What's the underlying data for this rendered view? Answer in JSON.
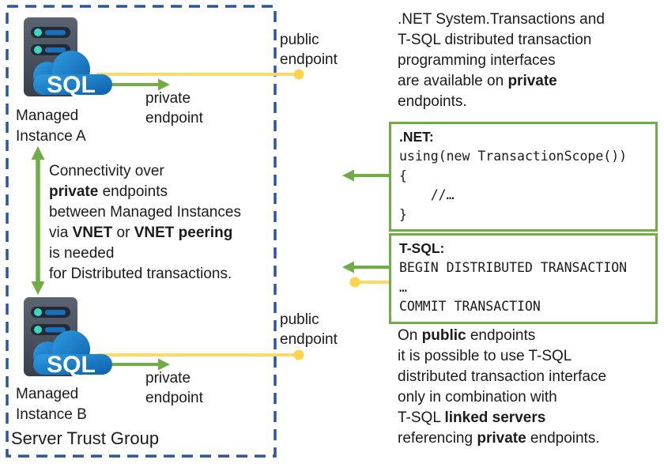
{
  "colors": {
    "green": "#70AD47",
    "yellow": "#FFD966",
    "yellow_dot": "#FFD34F",
    "dashed_border_blue": "#2B579A",
    "cloud_blue": "#1673C1"
  },
  "trust_group": {
    "label": "Server Trust Group"
  },
  "instances": {
    "a": {
      "name_l1": "Managed",
      "name_l2": "Instance A",
      "sql": "SQL"
    },
    "b": {
      "name_l1": "Managed",
      "name_l2": "Instance B",
      "sql": "SQL"
    }
  },
  "endpoint_labels": {
    "private_l1": "private",
    "private_l2": "endpoint",
    "public_l1": "public",
    "public_l2": "endpoint"
  },
  "connectivity_note": {
    "l1": "Connectivity over",
    "l2b": "private",
    "l2": " endpoints",
    "l3": "between Managed Instances",
    "l4a": "via ",
    "l4b": "VNET",
    "l4c": " or ",
    "l4d": "VNET peering",
    "l5": "is needed",
    "l6": "for Distributed transactions."
  },
  "top_note": {
    "l1": ".NET System.Transactions and",
    "l2": "T-SQL distributed transaction",
    "l3": "programming interfaces",
    "l4a": "are available on ",
    "l4b": "private",
    "l5": "endpoints."
  },
  "dotnet_box": {
    "title": ".NET:",
    "code": [
      "using(new TransactionScope())",
      "{",
      "    //…",
      "}"
    ]
  },
  "tsql_box": {
    "title": "T-SQL:",
    "code": [
      "BEGIN DISTRIBUTED TRANSACTION",
      "…",
      "COMMIT TRANSACTION"
    ]
  },
  "bottom_note": {
    "l1a": "On ",
    "l1b": "public",
    "l1c": " endpoints",
    "l2": "it is possible to use T-SQL",
    "l3": "distributed transaction interface",
    "l4": "only in combination with",
    "l5a": "T-SQL ",
    "l5b": "linked servers",
    "l6a": "referencing ",
    "l6b": "private",
    "l6c": " endpoints."
  }
}
